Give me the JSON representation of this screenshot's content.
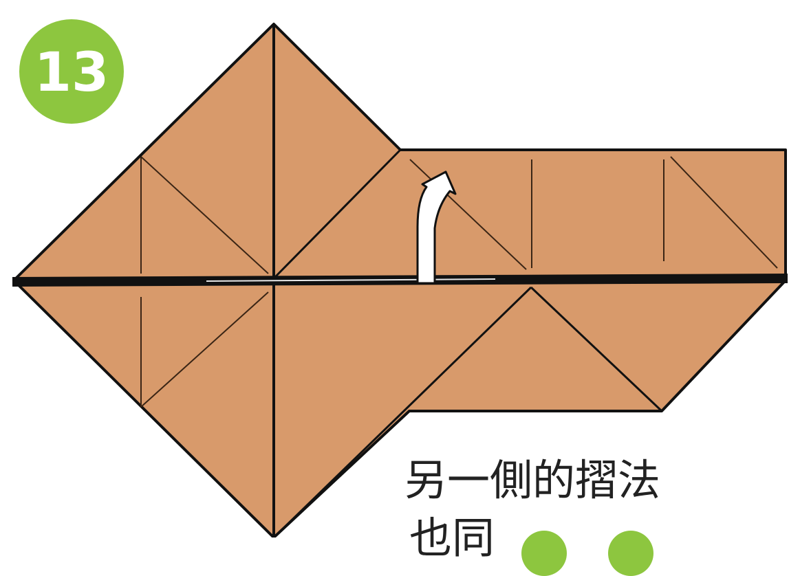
{
  "step": {
    "number": "13",
    "badge_color": "#8dc63f",
    "badge_text_color": "#ffffff"
  },
  "paper": {
    "fill_color": "#d89a6b",
    "line_color": "#111111",
    "fold_arrow_color": "#ffffff",
    "fold_arrow_icon": "curved-up-arrow-icon"
  },
  "caption": {
    "line1": "另一側的摺法",
    "line2": "也同",
    "text_color": "#222222",
    "marker_color": "#8dc63f"
  }
}
